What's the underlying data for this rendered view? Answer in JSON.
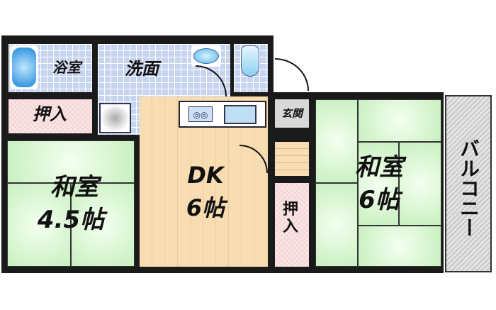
{
  "rooms": {
    "bath": "浴室",
    "washroom": "洗面",
    "closet_left": "押入",
    "entrance": "玄関",
    "washitsu_left": {
      "name": "和室",
      "size": "4.5帖"
    },
    "dk": {
      "name": "DK",
      "size": "6帖"
    },
    "closet_mid": "押入",
    "washitsu_right": {
      "name": "和室",
      "size": "6帖"
    },
    "balcony": "バルコニー"
  },
  "colors": {
    "tatami": "#c8f0c0",
    "tile": "#c6d4f0",
    "closet": "#f6d6d6",
    "wood": "#f8dcb2",
    "balcony": "#d8d8d8"
  }
}
